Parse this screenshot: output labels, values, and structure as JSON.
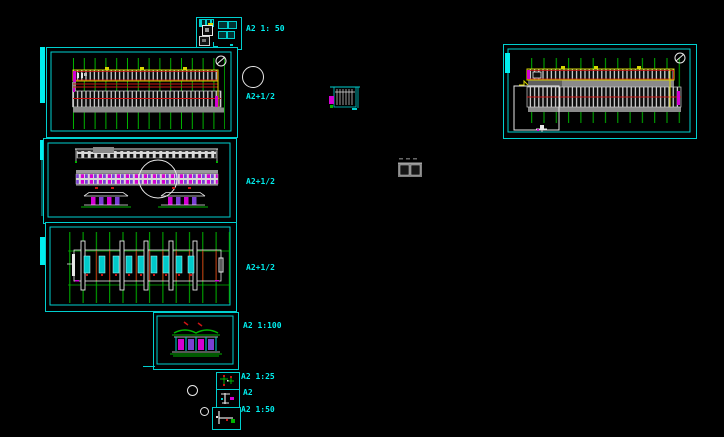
{
  "app": {
    "type": "cad-paper-space-layout",
    "background": "#000000"
  },
  "palette": {
    "cyan": "#00cfcf",
    "bright_cyan": "#00efef",
    "teal_dim": "#015c5c",
    "green": "#00b400",
    "red": "#cc1414",
    "yellow": "#d6d600",
    "white": "#e8e8e8",
    "gray": "#8a8a8a",
    "magenta": "#d400d4",
    "purple": "#7a3fd4"
  },
  "scale_labels": [
    {
      "id": "plan-top",
      "text": "A2 1: 50"
    },
    {
      "id": "detail-half-1",
      "text": "A2+1/2"
    },
    {
      "id": "detail-half-2",
      "text": "A2+1/2"
    },
    {
      "id": "detail-half-3",
      "text": "A2+1/2"
    },
    {
      "id": "end-elevation",
      "text": "A2 1:100"
    },
    {
      "id": "detail-25",
      "text": "A2 1:25"
    },
    {
      "id": "detail-plain",
      "text": "A2"
    },
    {
      "id": "detail-50",
      "text": "A2 1:50"
    }
  ],
  "drawings": {
    "viewport_1": "long-floor-plan",
    "viewport_2": "building-elevations",
    "viewport_3": "framing-plan",
    "viewport_4": "gable-end-elevation",
    "viewport_5": "long-floor-plan-right",
    "mid_detail": "column-connection-detail",
    "window_detail": "window-section-detail",
    "title_block": "legend-title-block"
  },
  "icons": {
    "north_symbol": "circle-with-slash",
    "detail_balloon": "empty-circle"
  }
}
